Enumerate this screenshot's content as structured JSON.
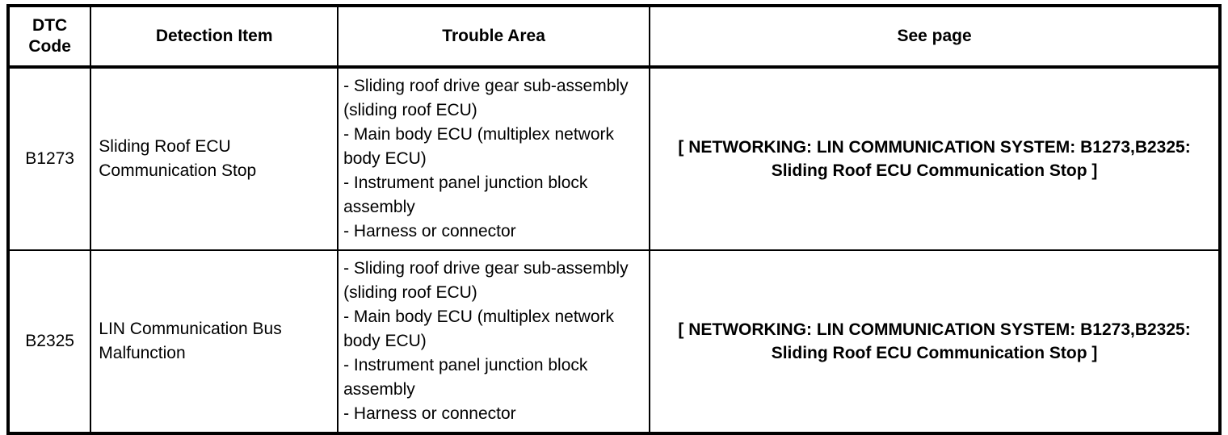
{
  "document": {
    "type": "dtc-reference-table",
    "colors": {
      "text": "#000000",
      "background": "#ffffff",
      "border": "#000000"
    }
  },
  "table": {
    "headers": [
      {
        "id": "dtc-code",
        "label": "DTC\nCode"
      },
      {
        "id": "detection-item",
        "label": "Detection Item"
      },
      {
        "id": "trouble-area",
        "label": "Trouble Area"
      },
      {
        "id": "see-page",
        "label": "See page"
      }
    ],
    "header_labels": {
      "dtc_code_line1": "DTC",
      "dtc_code_line2": "Code",
      "detection_item": "Detection Item",
      "trouble_area": "Trouble Area",
      "see_page": "See page"
    },
    "rows": [
      {
        "dtc_code": "B1273",
        "detection_item": "Sliding Roof ECU Communication Stop",
        "trouble_area": [
          "- Sliding roof drive gear sub-assembly (sliding roof ECU)",
          "- Main body ECU (multiplex network body ECU)",
          "- Instrument panel junction block assembly",
          "- Harness or connector"
        ],
        "see_page": "[ NETWORKING: LIN COMMUNICATION SYSTEM: B1273,B2325: Sliding Roof ECU Communication Stop ]"
      },
      {
        "dtc_code": "B2325",
        "detection_item": "LIN Communication Bus Malfunction",
        "trouble_area": [
          "- Sliding roof drive gear sub-assembly (sliding roof ECU)",
          "- Main body ECU (multiplex network body ECU)",
          "- Instrument panel junction block assembly",
          "- Harness or connector"
        ],
        "see_page": "[ NETWORKING: LIN COMMUNICATION SYSTEM: B1273,B2325: Sliding Roof ECU Communication Stop ]"
      }
    ]
  }
}
